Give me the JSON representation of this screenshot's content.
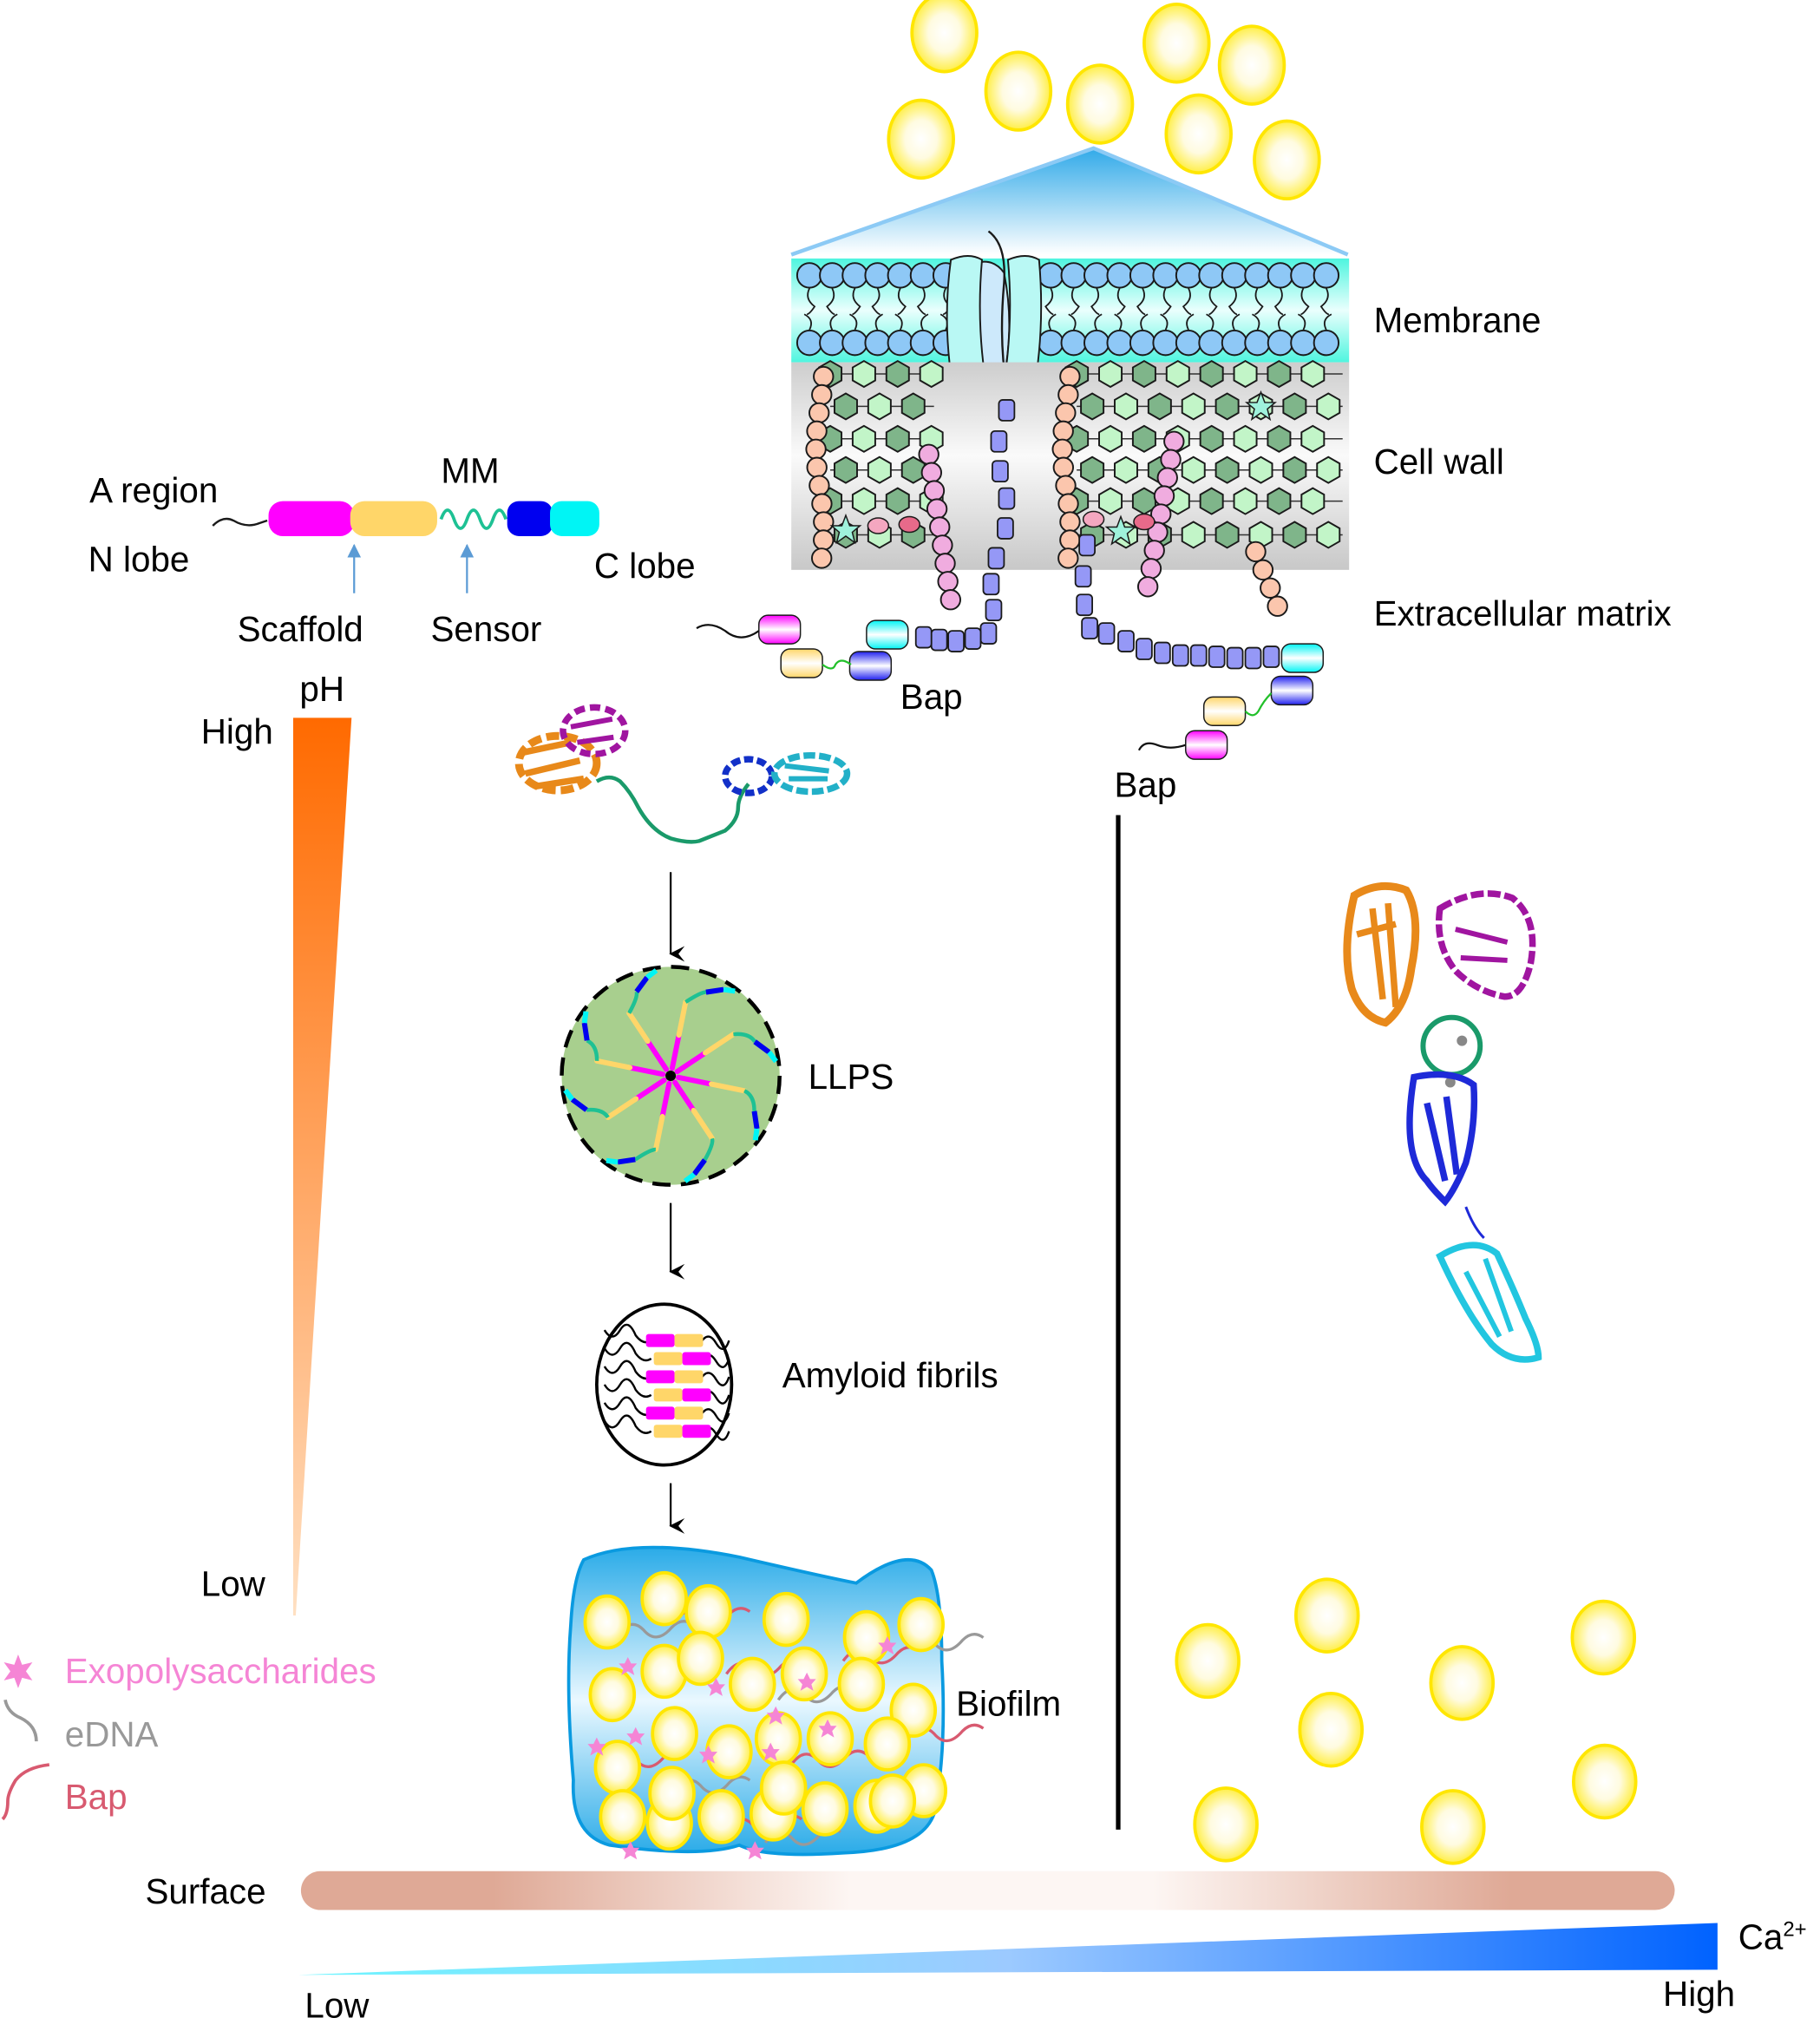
{
  "figure": {
    "domain_schematic": {
      "a_region_label": "A region",
      "n_lobe_label": "N lobe",
      "mm_label": "MM",
      "c_lobe_label": "C lobe",
      "scaffold_label": "Scaffold",
      "sensor_label": "Sensor",
      "domains": [
        {
          "name": "A region segment 1",
          "color": "#ff00ff"
        },
        {
          "name": "A region segment 2",
          "color": "#ffd669"
        },
        {
          "name": "MM linker",
          "color": "#1ec194"
        },
        {
          "name": "C lobe segment 1",
          "color": "#0000f0"
        },
        {
          "name": "C lobe segment 2",
          "color": "#00f5f5"
        }
      ]
    },
    "cell_envelope": {
      "membrane_label": "Membrane",
      "cell_wall_label": "Cell wall",
      "ecm_label": "Extracellular matrix",
      "bap_left_label": "Bap",
      "bap_right_label": "Bap"
    },
    "ph_gradient": {
      "title": "pH",
      "high_label": "High",
      "low_label": "Low",
      "color_high": "#ff6a00",
      "color_low": "#ffd2a8"
    },
    "pathway": {
      "llps_label": "LLPS",
      "amyloid_label": "Amyloid fibrils",
      "biofilm_label": "Biofilm"
    },
    "legend": {
      "items": [
        {
          "label": "Exopolysaccharides",
          "color": "#f585d5",
          "icon": "star-icon"
        },
        {
          "label": "eDNA",
          "color": "#999999",
          "icon": "squiggle-icon"
        },
        {
          "label": "Bap",
          "color": "#d85a70",
          "icon": "curve-icon"
        }
      ]
    },
    "surface": {
      "label": "Surface",
      "color": "#dfa996"
    },
    "calcium_gradient": {
      "ion": "Ca",
      "charge": "2+",
      "low_label": "Low",
      "high_label": "High",
      "color_low": "#6ef5ff",
      "color_high": "#0062ff"
    },
    "colors": {
      "cell_fill": "#fff23a",
      "cell_stroke": "#ffe600",
      "membrane_band": "#55f5e0",
      "cell_wall_gray": "#cfcfcf",
      "biofilm_blue": "#1aa8e8"
    }
  }
}
